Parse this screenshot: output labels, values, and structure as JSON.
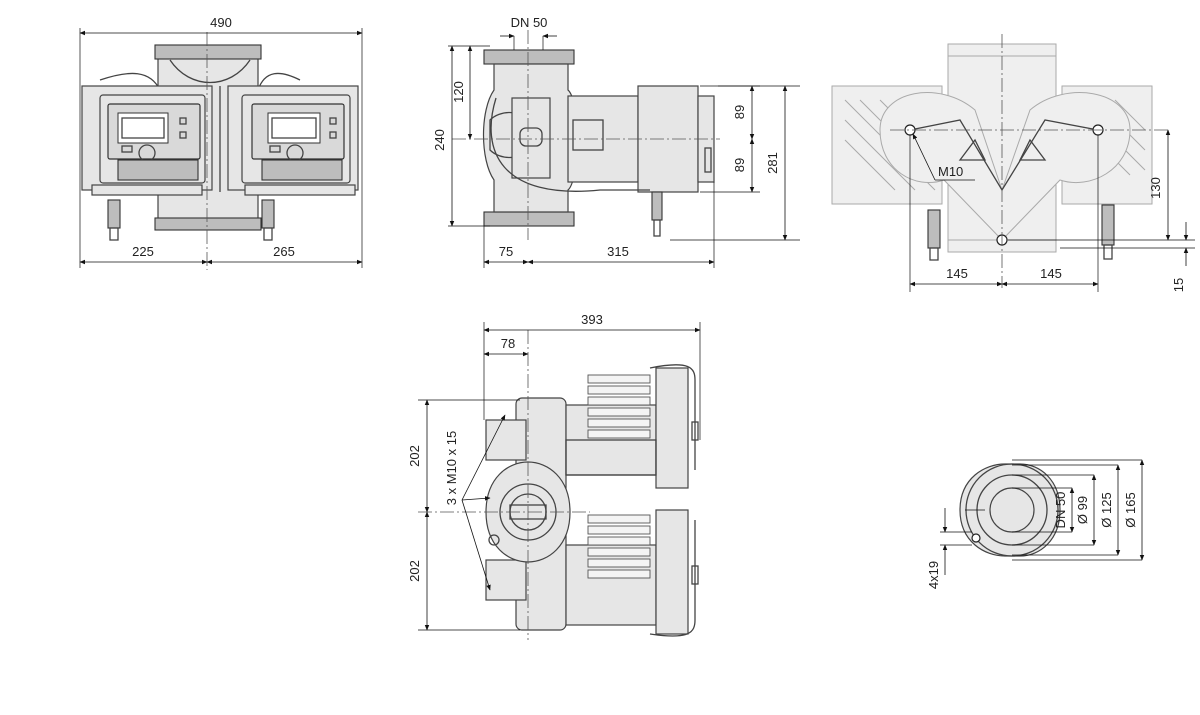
{
  "dimensions": {
    "front_width": "490",
    "front_left": "225",
    "front_right": "265",
    "side_dn": "DN 50",
    "side_120": "120",
    "side_240": "240",
    "side_89_top": "89",
    "side_89_bottom": "89",
    "side_281": "281",
    "side_75": "75",
    "side_315": "315",
    "back_m10": "M10",
    "back_130": "130",
    "back_145_left": "145",
    "back_145_right": "145",
    "back_15": "15",
    "top_393": "393",
    "top_78": "78",
    "top_202_upper": "202",
    "top_202_lower": "202",
    "top_m10": "3 x M10 x 15",
    "flange_dn": "DN 50",
    "flange_99": "Ø 99",
    "flange_125": "Ø 125",
    "flange_165": "Ø 165",
    "flange_holes": "4x19"
  },
  "colors": {
    "line": "#111111",
    "part_stroke": "#444444",
    "part_fill": "#e6e6e6",
    "ghost": "#aaaaaa"
  }
}
